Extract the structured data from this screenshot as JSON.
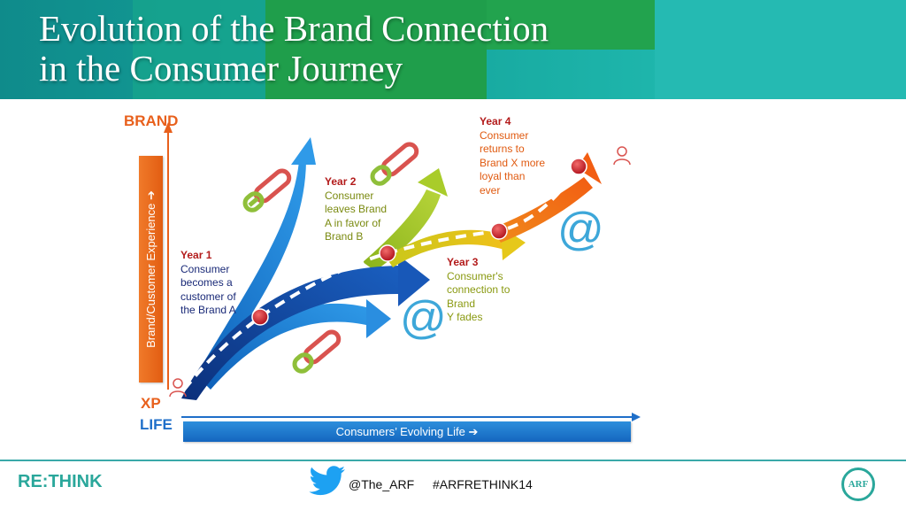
{
  "header": {
    "title_line1": "Evolution of the Brand Connection",
    "title_line2": "in the Consumer Journey"
  },
  "axes": {
    "brand_label": "BRAND",
    "xp_label": "XP",
    "life_label": "LIFE",
    "vertical_bar_text": "Brand/Customer  Experience ➔",
    "horizontal_bar_text": "Consumers’ Evolving Life ➔"
  },
  "milestones": [
    {
      "year": "Year 1",
      "text": "Consumer\nbecomes a\ncustomer of\nthe Brand A"
    },
    {
      "year": "Year 2",
      "text": "Consumer\nleaves Brand\nA in favor of\nBrand B"
    },
    {
      "year": "Year 3",
      "text": "Consumer's\nconnection to\nBrand\nY fades"
    },
    {
      "year": "Year 4",
      "text": "Consumer\nreturns to\nBrand X more\nloyal than\never"
    }
  ],
  "icons": [
    "paperclip-icon",
    "at-sign-icon",
    "person-icon",
    "twitter-bird-icon"
  ],
  "colors": {
    "header_teal": "#14a39a",
    "header_green": "#1f9e4b",
    "orange": "#e8601c",
    "blue": "#1f6fc9",
    "navy": "#123a8f",
    "lime": "#9cc21a",
    "yellow": "#d9d21a",
    "marker_red": "#cc1f2a",
    "footer_teal": "#2aa79b"
  },
  "footer": {
    "logo": "RE:THINK",
    "twitter_handle": "@The_ARF",
    "hashtag": "#ARFRETHINK14",
    "badge": "ARF"
  }
}
